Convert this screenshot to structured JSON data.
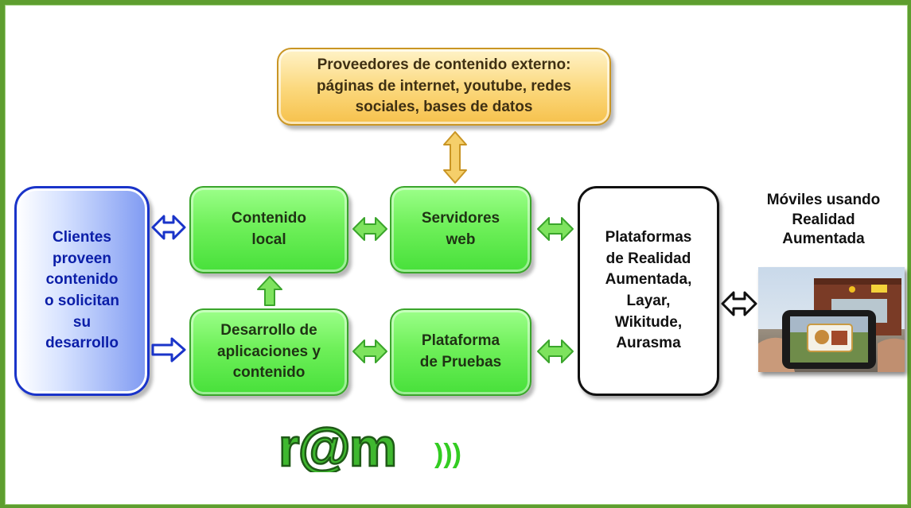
{
  "boxes": {
    "external_providers": "Proveedores de contenido externo:\npáginas de internet, youtube, redes\nsociales, bases de datos",
    "clients": "Clientes\nproveen\ncontenido\no solicitan\nsu\ndesarrollo",
    "local_content": "Contenido\nlocal",
    "web_servers": "Servidores\nweb",
    "app_dev": "Desarrollo de\naplicaciones y\ncontenido",
    "test_platform": "Plataforma\nde Pruebas",
    "ar_platforms": "Plataformas\nde Realidad\nAumentada,\nLayar,\nWikitude,\nAurasma"
  },
  "mobile_label": "Móviles usando\nRealidad\nAumentada",
  "logo": {
    "text": "r@m",
    "signal": ")))",
    "colors": {
      "main": "#3fb82f",
      "outline": "#1f5a17",
      "signal": "#33cc22"
    }
  },
  "colors": {
    "frame": "#5e9e2f",
    "green_box": "#6ff05a",
    "orange_box": "#fbd77a",
    "blue_box": "#1a34c9",
    "arrow_green": "#5cc43c",
    "arrow_orange": "#f0c050",
    "arrow_blue": "#1a34c9"
  }
}
